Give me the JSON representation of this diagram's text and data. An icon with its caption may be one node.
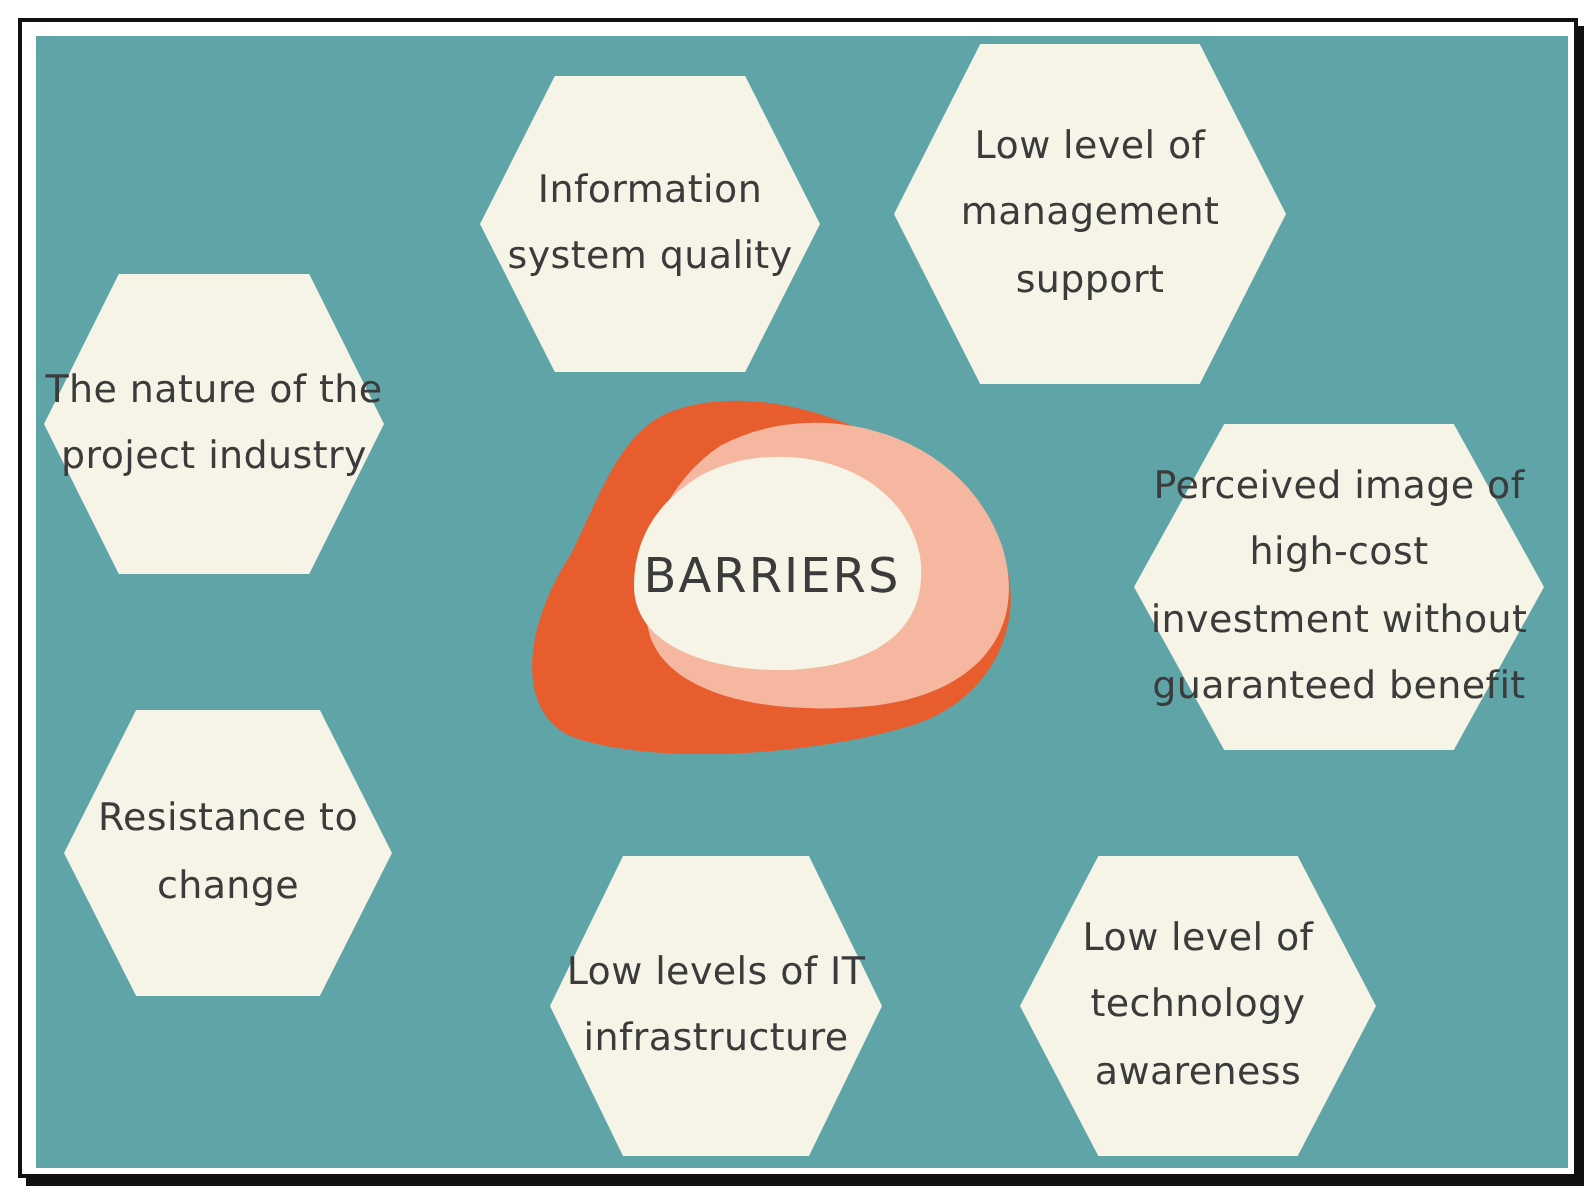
{
  "diagram": {
    "nodes": [
      {
        "text": [
          "Information system quality"
        ]
      },
      {
        "text": [
          "Low level of management support"
        ]
      },
      {
        "text": [
          "The nature of the project industry"
        ]
      },
      {
        "text": [
          "BARRIERS"
        ]
      },
      {
        "text": [
          "Perceived image of high-cost investment without guaranteed benefit"
        ]
      },
      {
        "text": [
          "Resistance to change"
        ]
      },
      {
        "text": [
          "Low levels of IT infrastructure"
        ]
      },
      {
        "text": [
          "Low level of technology awareness"
        ]
      }
    ]
  }
}
